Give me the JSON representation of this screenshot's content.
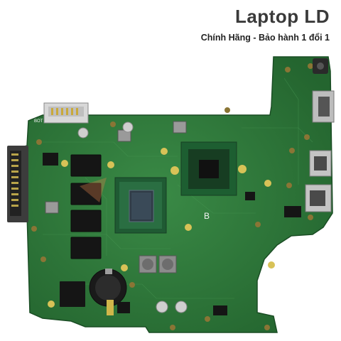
{
  "brand": {
    "title": "Laptop LD",
    "subtitle": "Chính Hãng - Bảo hành 1 đổi 1"
  },
  "board": {
    "silkscreen_b": "B",
    "silkscreen_bot": "BOT",
    "pcb_color": "#2f7a3c",
    "pcb_dark": "#1f5e2c",
    "pad_gold": "#d8c257"
  }
}
